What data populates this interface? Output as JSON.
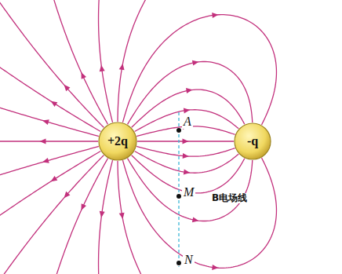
{
  "diagram": {
    "nodes": [
      {
        "text": [
          "+2q"
        ]
      },
      {
        "text": [
          "-q"
        ]
      }
    ],
    "edges": [
      {
        "from": 0,
        "to": 1,
        "arrow": "to"
      },
      {
        "from": 0,
        "to": 1,
        "arrow": "to"
      },
      {
        "from": 0,
        "to": 1,
        "arrow": "to"
      },
      {
        "from": 0,
        "to": 1,
        "arrow": "to"
      },
      {
        "from": 0,
        "to": 1,
        "arrow": "to"
      },
      {
        "from": 0,
        "to": 1,
        "arrow": "to"
      },
      {
        "from": 0,
        "to": 1,
        "arrow": "to"
      },
      {
        "from": 0,
        "to": 1,
        "arrow": "to"
      },
      {
        "from": 0,
        "to": 1,
        "arrow": "to"
      },
      {
        "from": 0,
        "to": 1,
        "arrow": "to"
      },
      {
        "from": 0,
        "to": 1,
        "arrow": "to"
      }
    ],
    "labels": [
      "A",
      "M",
      "B电场线",
      "N"
    ]
  }
}
